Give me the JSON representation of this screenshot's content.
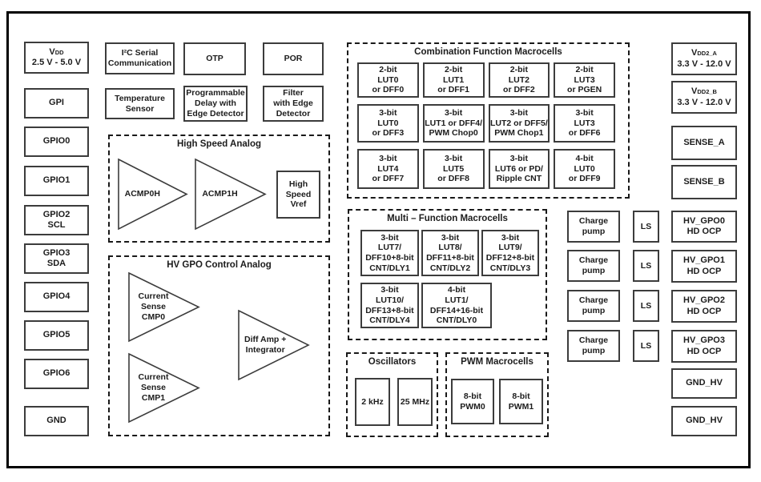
{
  "colors": {
    "line": "#3c3c3c",
    "text": "#1c1c1c",
    "background": "#ffffff"
  },
  "left_pins": [
    {
      "main": "V",
      "sub": "DD",
      "line2": "2.5 V - 5.0 V"
    },
    {
      "label": "GPI"
    },
    {
      "label": "GPIO0"
    },
    {
      "label": "GPIO1"
    },
    {
      "label": "GPIO2\nSCL"
    },
    {
      "label": "GPIO3\nSDA"
    },
    {
      "label": "GPIO4"
    },
    {
      "label": "GPIO5"
    },
    {
      "label": "GPIO6"
    },
    {
      "label": "GND"
    }
  ],
  "top_blocks": {
    "i2c": "I²C Serial\nCommunication",
    "temperature": "Temperature\nSensor",
    "otp": "OTP",
    "prog_delay": "Programmable\nDelay with\nEdge Detector",
    "por": "POR",
    "filter": "Filter\nwith Edge\nDetector"
  },
  "high_speed_analog": {
    "title": "High Speed Analog",
    "acmp0": "ACMP0H",
    "acmp1": "ACMP1H",
    "vref": "High\nSpeed\nVref"
  },
  "hv_gpo_analog": {
    "title": "HV GPO Control Analog",
    "cmp0": "Current\nSense\nCMP0",
    "cmp1": "Current\nSense\nCMP1",
    "diffamp": "Diff Amp +\nIntegrator"
  },
  "combination": {
    "title": "Combination Function Macrocells",
    "cells": [
      "2-bit\nLUT0\nor DFF0",
      "2-bit\nLUT1\nor DFF1",
      "2-bit\nLUT2\nor DFF2",
      "2-bit\nLUT3\nor PGEN",
      "3-bit\nLUT0\nor DFF3",
      "3-bit\nLUT1 or DFF4/\nPWM Chop0",
      "3-bit\nLUT2 or DFF5/\nPWM Chop1",
      "3-bit\nLUT3\nor DFF6",
      "3-bit\nLUT4\nor DFF7",
      "3-bit\nLUT5\nor DFF8",
      "3-bit\nLUT6 or PD/\nRipple CNT",
      "4-bit\nLUT0\nor DFF9"
    ]
  },
  "multi_function": {
    "title": "Multi – Function Macrocells",
    "row1": [
      "3-bit\nLUT7/\nDFF10+8-bit\nCNT/DLY1",
      "3-bit\nLUT8/\nDFF11+8-bit\nCNT/DLY2",
      "3-bit\nLUT9/\nDFF12+8-bit\nCNT/DLY3"
    ],
    "row2": [
      "3-bit\nLUT10/\nDFF13+8-bit\nCNT/DLY4",
      "4-bit\nLUT1/\nDFF14+16-bit\nCNT/DLY0"
    ]
  },
  "oscillators": {
    "title": "Oscillators",
    "cells": [
      "2 kHz",
      "25 MHz"
    ]
  },
  "pwm": {
    "title": "PWM Macrocells",
    "cells": [
      "8-bit\nPWM0",
      "8-bit\nPWM1"
    ]
  },
  "charge_pumps": [
    "Charge\npump",
    "Charge\npump",
    "Charge\npump",
    "Charge\npump"
  ],
  "level_shifters": [
    "LS",
    "LS",
    "LS",
    "LS"
  ],
  "right_pins": [
    {
      "main": "V",
      "sub": "DD2_A",
      "line2": "3.3 V - 12.0 V"
    },
    {
      "main": "V",
      "sub": "DD2_B",
      "line2": "3.3 V - 12.0 V"
    },
    {
      "label": "SENSE_A"
    },
    {
      "label": "SENSE_B"
    },
    {
      "label": "HV_GPO0\nHD OCP"
    },
    {
      "label": "HV_GPO1\nHD OCP"
    },
    {
      "label": "HV_GPO2\nHD OCP"
    },
    {
      "label": "HV_GPO3\nHD OCP"
    },
    {
      "label": "GND_HV"
    },
    {
      "label": "GND_HV"
    }
  ]
}
